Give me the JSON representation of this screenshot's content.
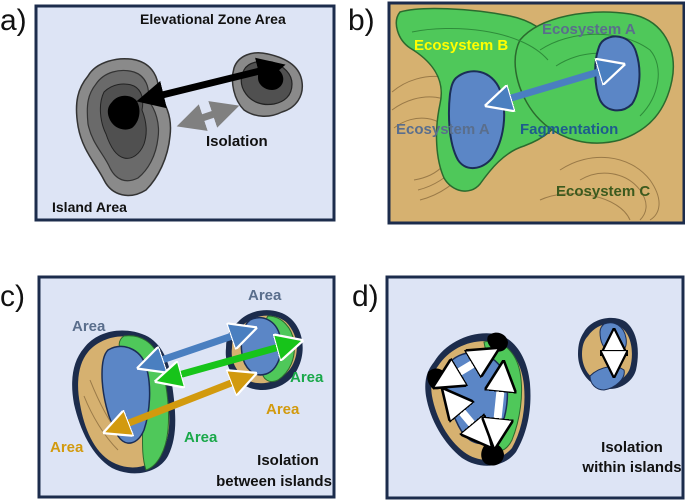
{
  "panels": {
    "a": {
      "letter": "a)",
      "elevational_zone_area": "Elevational Zone Area",
      "isolation": "Isolation",
      "island_area": "Island Area"
    },
    "b": {
      "letter": "b)",
      "ecosystem_b": "Ecosystem B",
      "ecosystem_a_top": "Ecosystem A",
      "ecosystem_a_left": "Ecosystem A",
      "fragmentation": "Fagmentation",
      "ecosystem_c": "Ecosystem C"
    },
    "c": {
      "letter": "c)",
      "area_top_right": "Area",
      "area_top_left": "Area",
      "area_green_right": "Area",
      "area_gold_right": "Area",
      "area_gold_left": "Area",
      "area_green_bottom": "Area",
      "isolation_line1": "Isolation",
      "isolation_line2": "between islands"
    },
    "d": {
      "letter": "d)",
      "isolation_line1": "Isolation",
      "isolation_line2": "within islands"
    }
  },
  "colors": {
    "panel_bg": "#dde4f5",
    "panel_border": "#1c2c4c",
    "sand": "#d6b170",
    "green": "#4fc85a",
    "blue": "#5b86c6",
    "gray_outer": "#8a8a8a",
    "gray_mid": "#5a5a5a",
    "black_arrow": "#000000",
    "gray_arrow": "#808080",
    "blue_arrow": "#4a7fc0",
    "green_arrow": "#17c41a",
    "gold_arrow": "#d29a0e",
    "label_yellow": "#ffff00",
    "label_steel": "#5a6e8c",
    "label_teal": "#1e5c8c",
    "label_olive": "#3c5a1e",
    "label_green": "#1aa84a",
    "label_gold": "#d29a0e"
  }
}
